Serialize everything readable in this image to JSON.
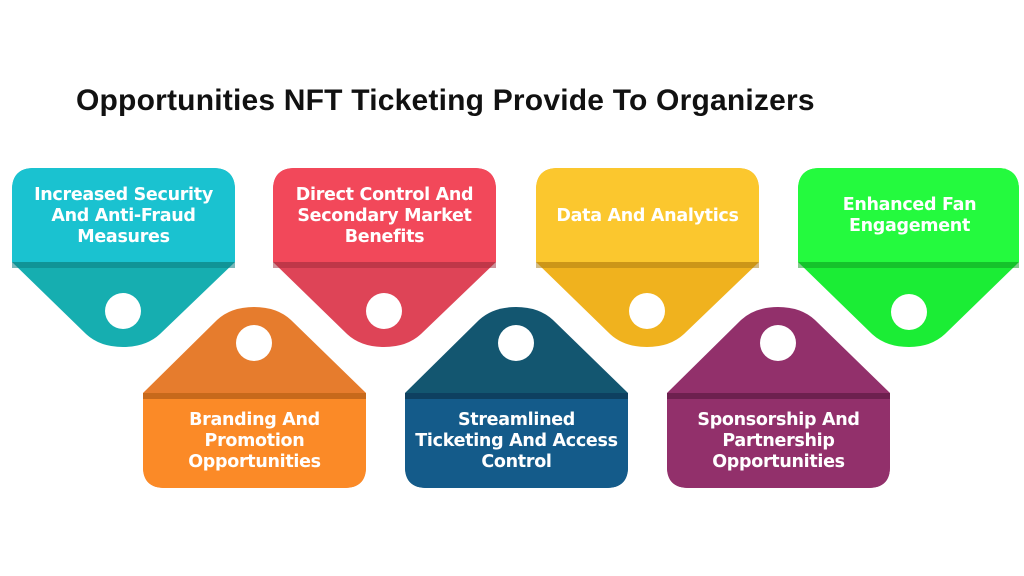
{
  "title": "Opportunities NFT Ticketing Provide To Organizers",
  "tags": [
    {
      "label": "Increased Security And Anti-Fraud Measures",
      "position": "top",
      "color": "#1ac2d0",
      "fold_color": "#16aeb0"
    },
    {
      "label": "Direct Control And Secondary Market Benefits",
      "position": "top",
      "color": "#f2485a",
      "fold_color": "#de4457"
    },
    {
      "label": "Data And Analytics",
      "position": "top",
      "color": "#fbc72e",
      "fold_color": "#f0b21e"
    },
    {
      "label": "Enhanced Fan Engagement",
      "position": "top",
      "color": "#24fa3e",
      "fold_color": "#1bed35"
    },
    {
      "label": "Branding And Promotion Opportunities",
      "position": "bottom",
      "color": "#fb8a27",
      "fold_color": "#e67c2d"
    },
    {
      "label": "Streamlined Ticketing And Access Control",
      "position": "bottom",
      "color": "#145b8a",
      "fold_color": "#135670"
    },
    {
      "label": "Sponsorship And Partnership Opportunities",
      "position": "bottom",
      "color": "#92306b",
      "fold_color": "#92306b"
    }
  ]
}
